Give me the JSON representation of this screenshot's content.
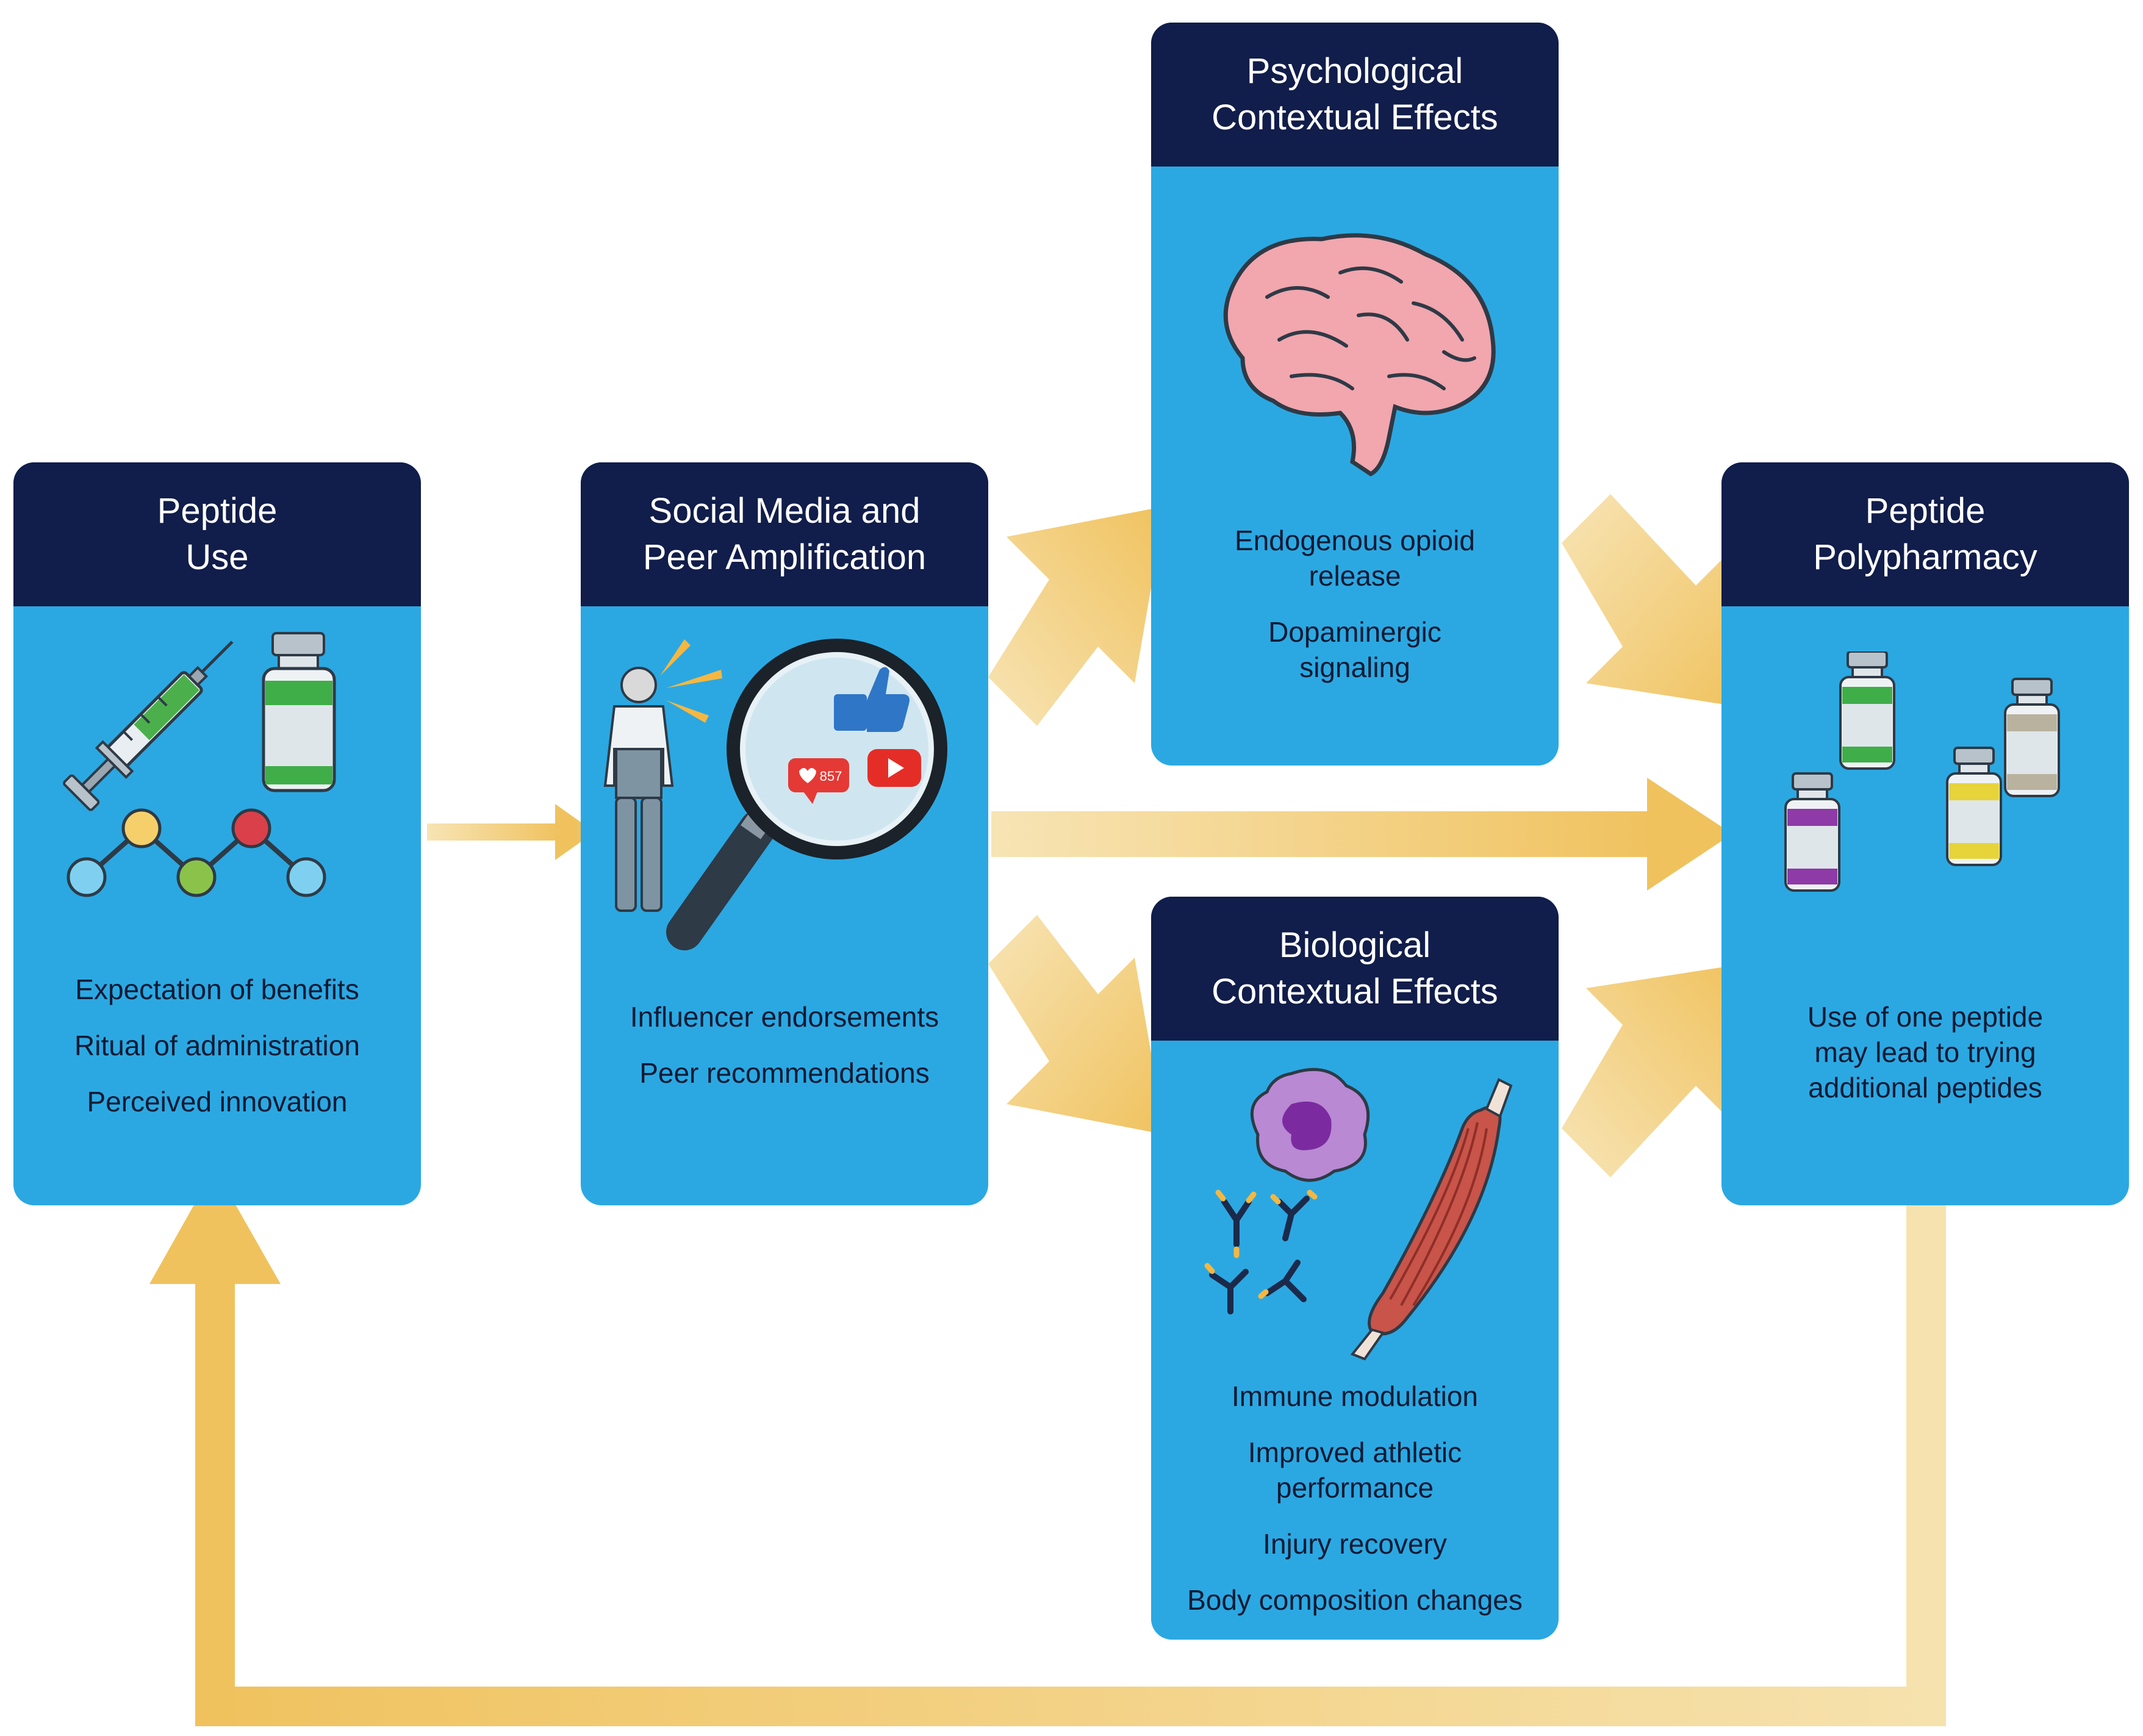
{
  "colors": {
    "header": "#111D4A",
    "card": "#2BA8E2",
    "arrow": "#F0C25E",
    "arrow_light": "#F6E2AE",
    "text": "#0d1a33"
  },
  "cards": {
    "peptide_use": {
      "title_line1": "Peptide",
      "title_line2": "Use",
      "items": [
        "Expectation of benefits",
        "Ritual of administration",
        "Perceived innovation"
      ],
      "icons": [
        "syringe-icon",
        "vial-icon",
        "molecule-icon"
      ]
    },
    "social_media": {
      "title_line1": "Social Media and",
      "title_line2": "Peer Amplification",
      "items": [
        "Influencer endorsements",
        "Peer recommendations"
      ],
      "like_count": "857",
      "icons": [
        "person-icon",
        "magnifier-icon",
        "thumbs-up-icon",
        "heart-icon",
        "play-icon"
      ]
    },
    "psychological": {
      "title_line1": "Psychological",
      "title_line2": "Contextual Effects",
      "items": [
        {
          "line1": "Endogenous opioid",
          "line2": "release"
        },
        {
          "line1": "Dopaminergic",
          "line2": "signaling"
        }
      ],
      "icons": [
        "brain-icon"
      ]
    },
    "biological": {
      "title_line1": "Biological",
      "title_line2": "Contextual Effects",
      "items": [
        {
          "line1": "Immune modulation",
          "line2": ""
        },
        {
          "line1": "Improved athletic",
          "line2": "performance"
        },
        {
          "line1": "Injury recovery",
          "line2": ""
        },
        {
          "line1": "Body composition changes",
          "line2": ""
        }
      ],
      "icons": [
        "immune-cell-icon",
        "antibody-icon",
        "muscle-icon"
      ]
    },
    "polypharmacy": {
      "title_line1": "Peptide",
      "title_line2": "Polypharmacy",
      "text_line1": "Use of one peptide",
      "text_line2": "may lead to trying",
      "text_line3": "additional peptides",
      "icons": [
        "vials-icon"
      ]
    }
  }
}
